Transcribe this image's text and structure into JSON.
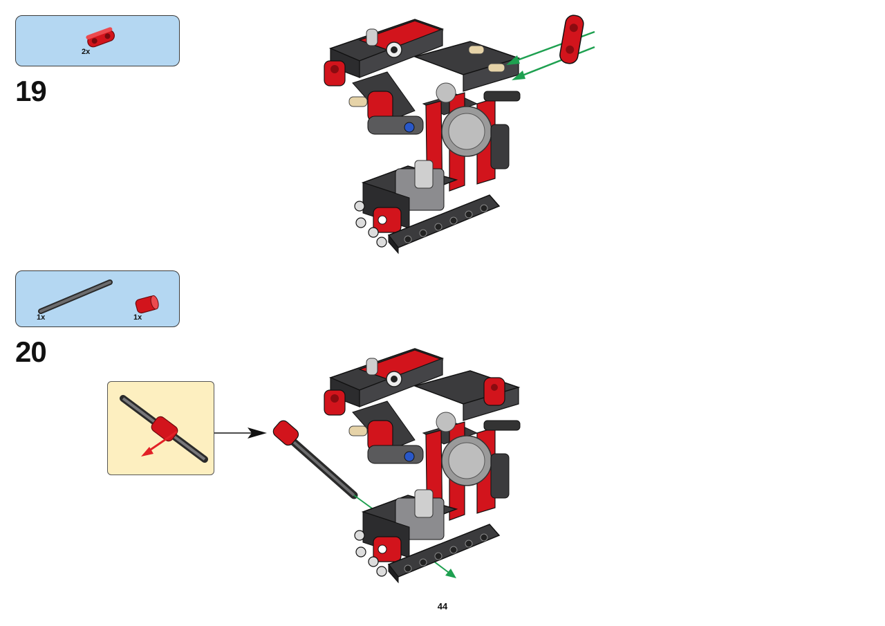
{
  "steps": [
    {
      "number": "19",
      "parts": [
        {
          "qty": "2x",
          "part": "red-axle-pin-connector"
        }
      ]
    },
    {
      "number": "20",
      "parts": [
        {
          "qty": "1x",
          "part": "dark-grey-axle"
        },
        {
          "qty": "1x",
          "part": "red-bushing"
        }
      ]
    }
  ],
  "page_number": "44",
  "colors": {
    "parts_box": "#b4d7f2",
    "callout": "#fdefc0",
    "red": "#d2141c",
    "dark_grey": "#4a4a4c",
    "guide_arrow": "#1ea050"
  }
}
